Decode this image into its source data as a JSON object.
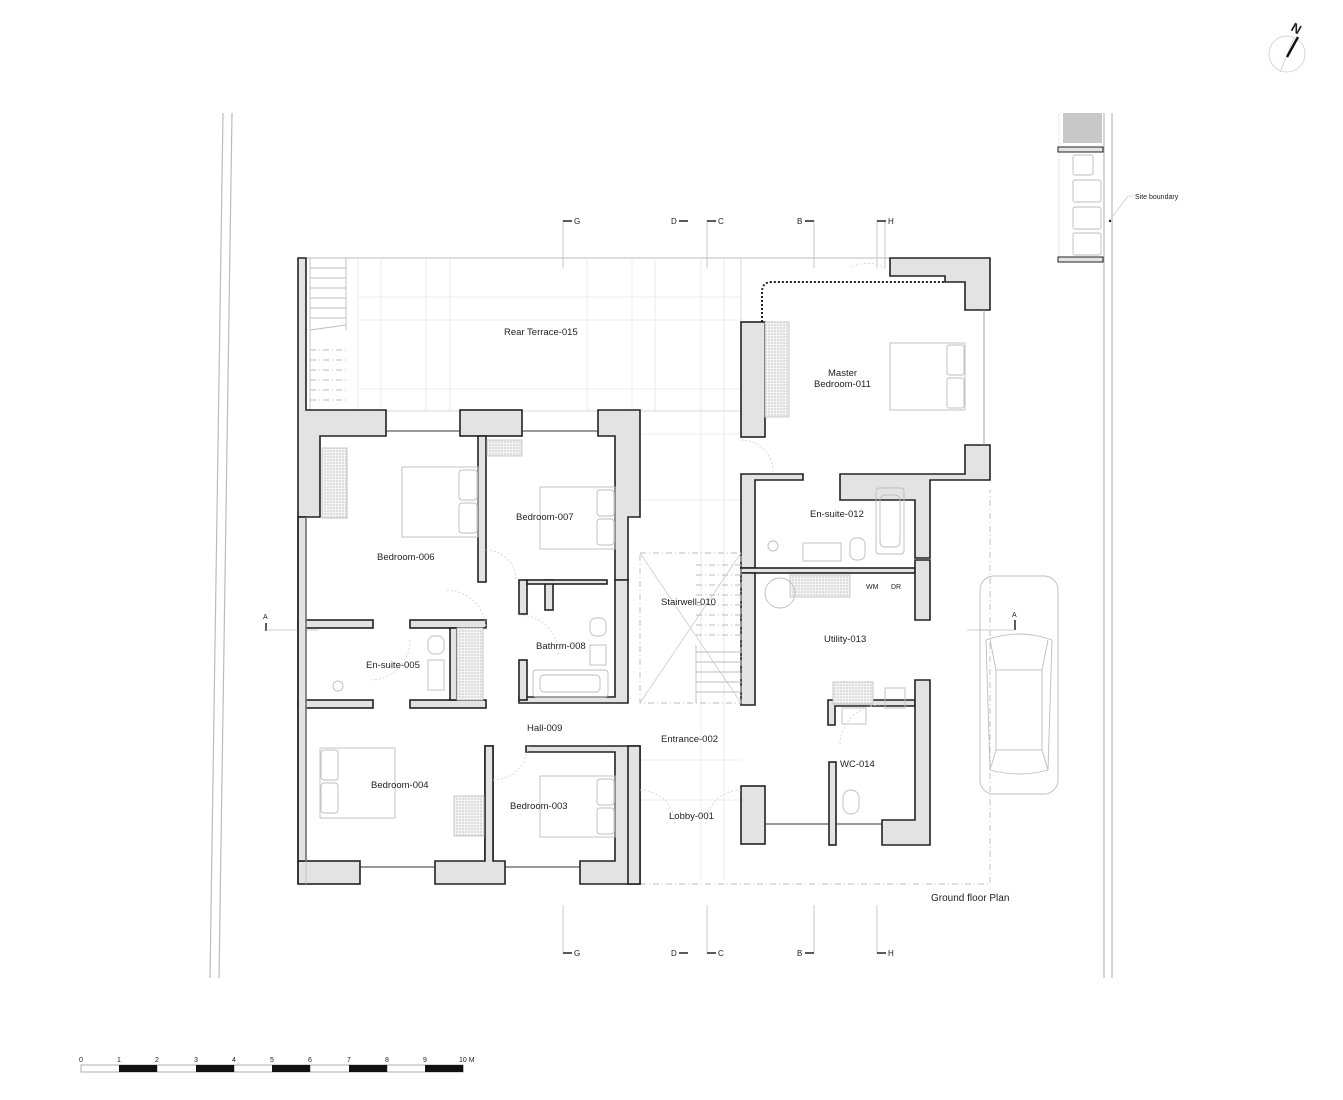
{
  "drawing": {
    "title": "Ground floor Plan",
    "north_label": "N",
    "site_boundary_label": "Site boundary"
  },
  "rooms": [
    {
      "id": "015",
      "label": "Rear Terrace-015"
    },
    {
      "id": "011",
      "label_line1": "Master",
      "label_line2": "Bedroom-011"
    },
    {
      "id": "007",
      "label": "Bedroom-007"
    },
    {
      "id": "006",
      "label": "Bedroom-006"
    },
    {
      "id": "012",
      "label": "En-suite-012"
    },
    {
      "id": "010",
      "label": "Stairwell-010"
    },
    {
      "id": "013",
      "label": "Utility-013"
    },
    {
      "id": "005",
      "label": "En-suite-005"
    },
    {
      "id": "008",
      "label": "Bathrm-008"
    },
    {
      "id": "009",
      "label": "Hall-009"
    },
    {
      "id": "002",
      "label": "Entrance-002"
    },
    {
      "id": "014",
      "label": "WC-014"
    },
    {
      "id": "004",
      "label": "Bedroom-004"
    },
    {
      "id": "003",
      "label": "Bedroom-003"
    },
    {
      "id": "001",
      "label": "Lobby-001"
    }
  ],
  "appliances": {
    "washing_machine": "WM",
    "dryer": "DR"
  },
  "section_marks": {
    "top": [
      "G",
      "D",
      "C",
      "B",
      "H"
    ],
    "bottom": [
      "G",
      "D",
      "C",
      "B",
      "H"
    ],
    "side": [
      "A",
      "A"
    ]
  },
  "scale_bar": {
    "ticks": [
      "0",
      "1",
      "2",
      "3",
      "4",
      "5",
      "6",
      "7",
      "8",
      "9",
      "10 M"
    ]
  }
}
